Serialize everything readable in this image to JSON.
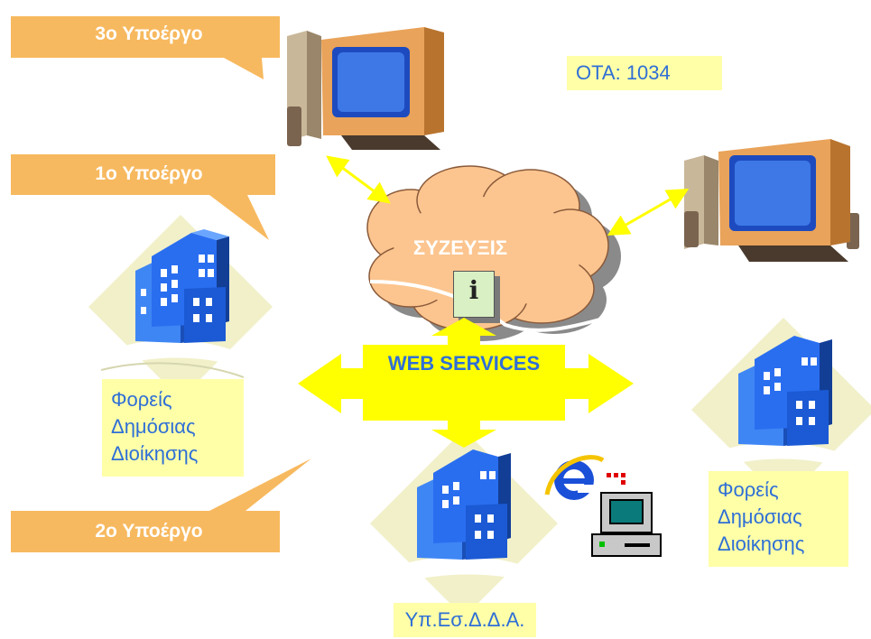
{
  "callouts": {
    "sub3": "3ο Υποέργο",
    "sub1": "1ο Υποέργο",
    "sub2": "2ο Υποέργο"
  },
  "ota_label": "ΟΤΑ: 1034",
  "cloud_label": "ΣΥΖΕΥΞΙΣ",
  "web_services_label": "WEB SERVICES",
  "info_icon_glyph": "ℹ",
  "agencies_left": {
    "line1": "Φορείς",
    "line2": "Δημόσιας",
    "line3": "Διοίκησης"
  },
  "agencies_right": {
    "line1": "Φορείς",
    "line2": "Δημόσιας",
    "line3": "Διοίκησης"
  },
  "ministry_label": "Υπ.Εσ.Δ.Δ.Α.",
  "colors": {
    "callout": "#f7b95f",
    "label_box": "#ffffa8",
    "label_text": "#2f6fd6",
    "arrow": "#ffff00",
    "cloud": "#fcc58f",
    "building": "#1f5bd8"
  }
}
